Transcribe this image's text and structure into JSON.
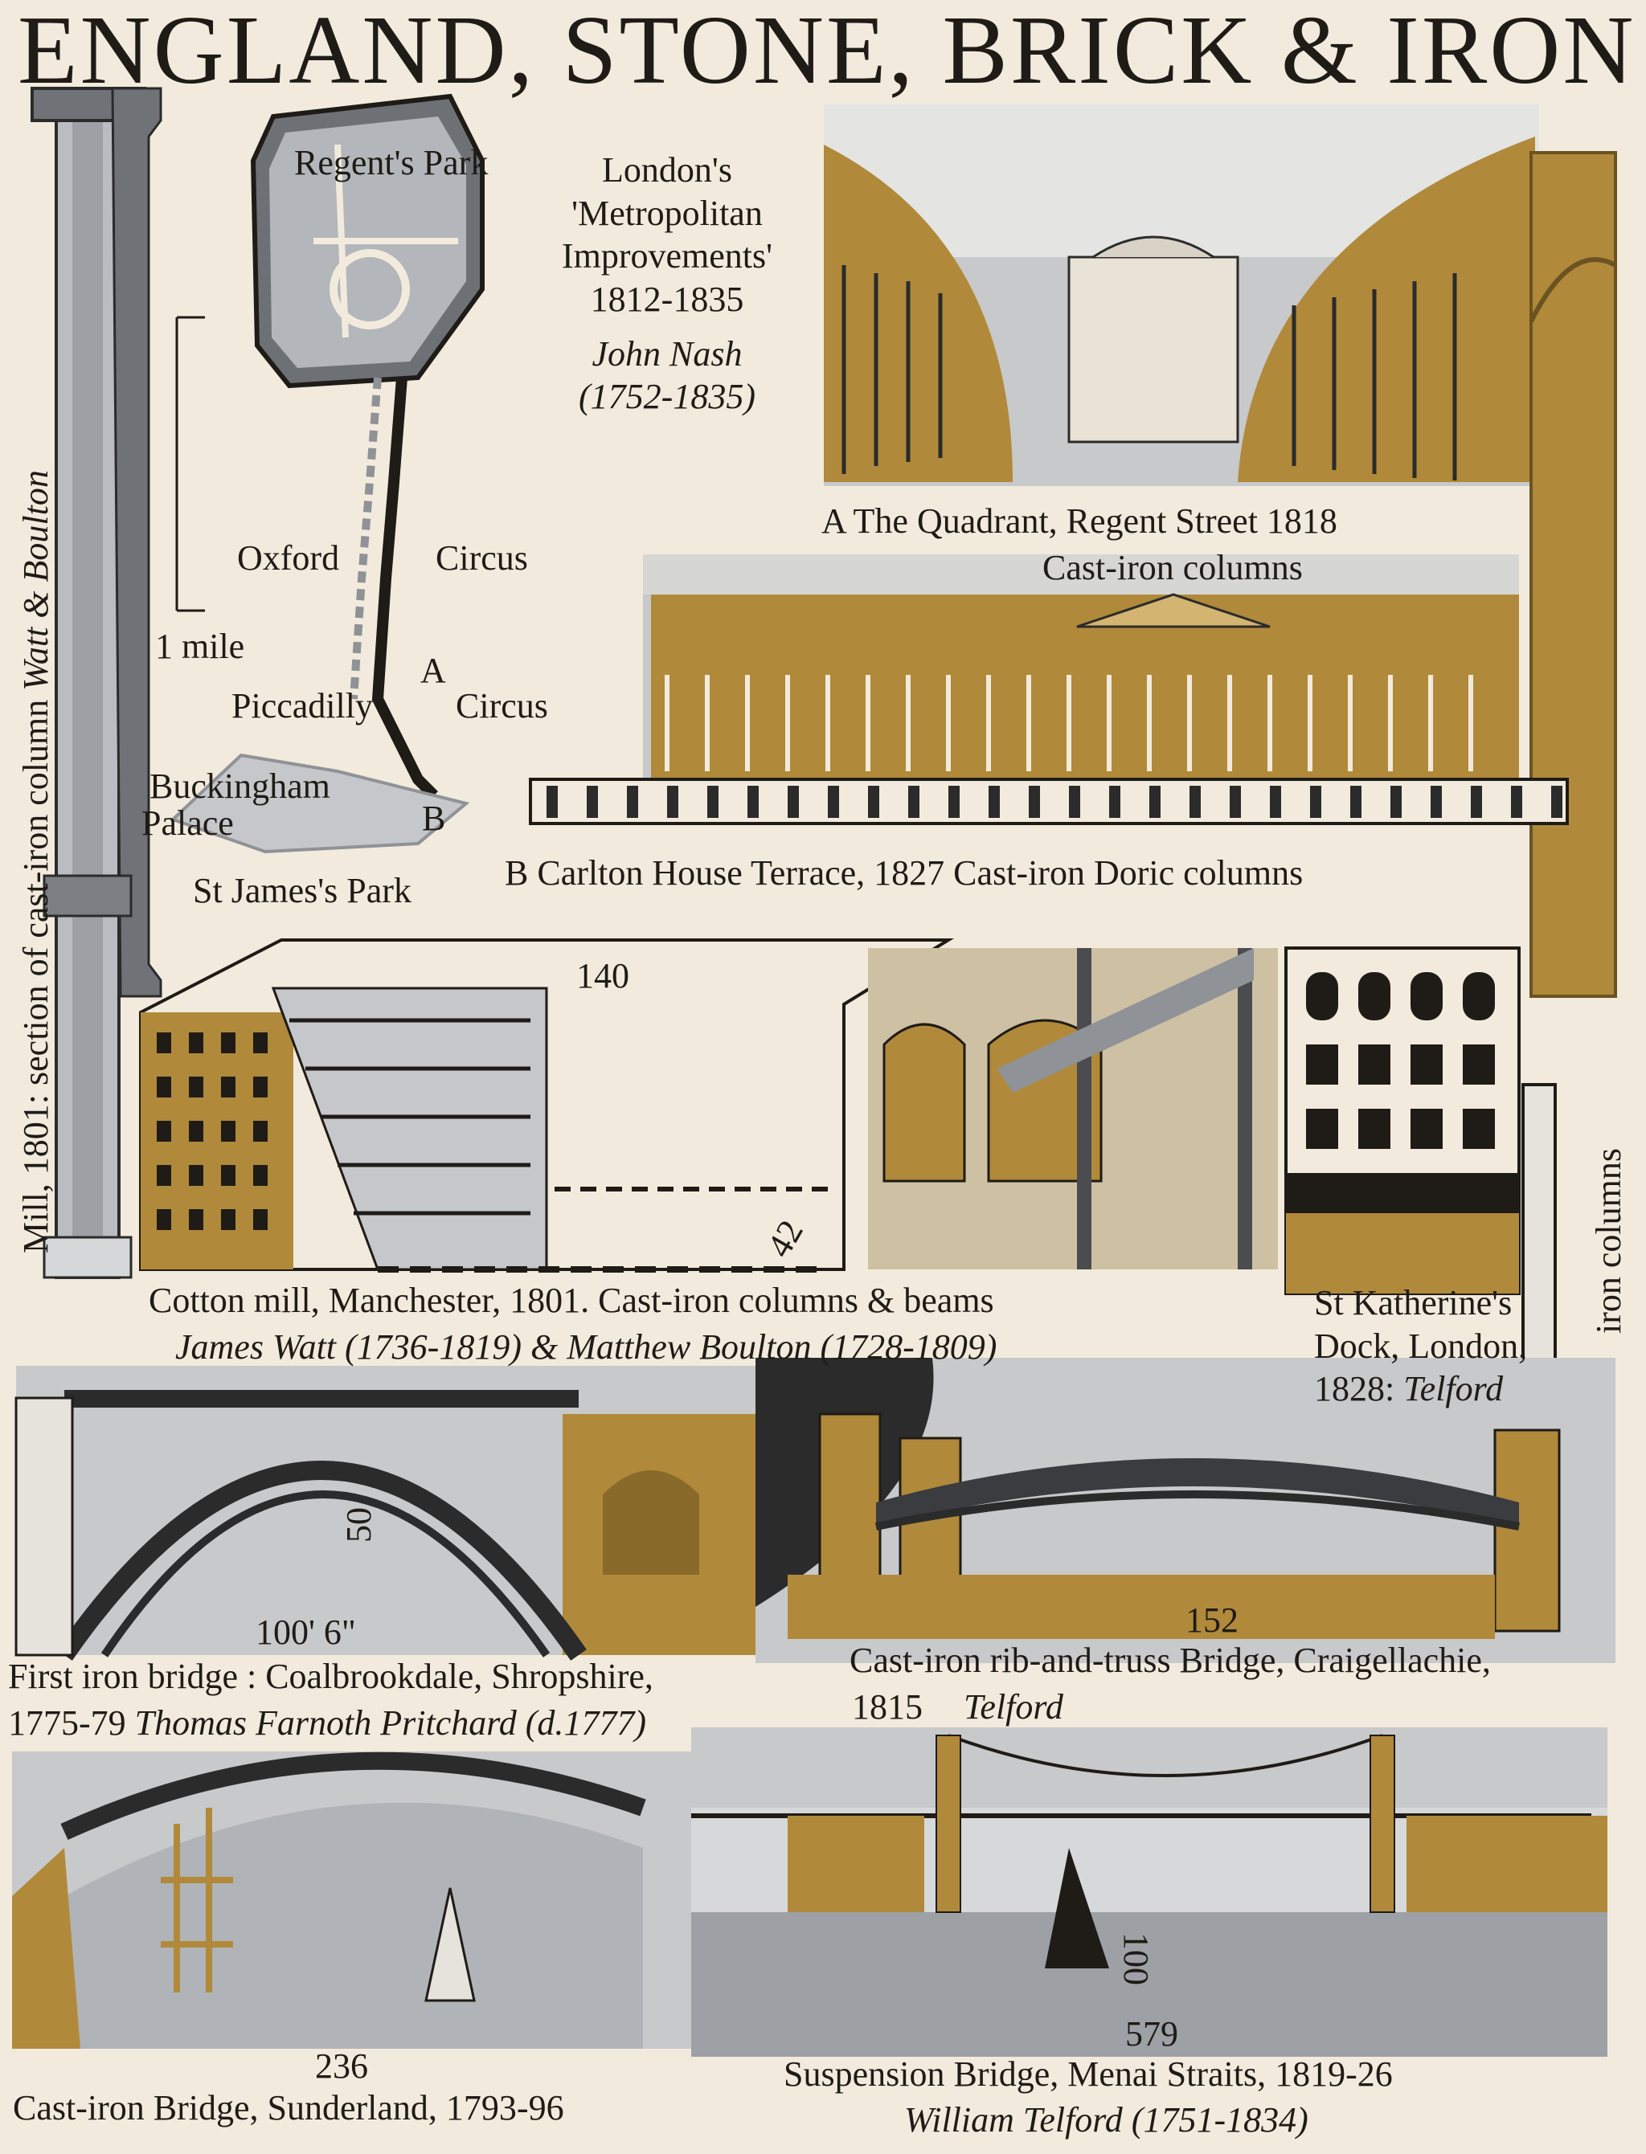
{
  "title": "ENGLAND, STONE, BRICK & IRON",
  "colors": {
    "paper": "#f2ebdd",
    "ochre": "#b08a3a",
    "grey": "#8f9296",
    "dark": "#2b2b2b",
    "ink": "#1f1b16"
  },
  "vertical_caption": {
    "prefix": "Mill, 1801:",
    "text": "section of cast-iron column",
    "makers": "Watt & Boulton"
  },
  "map": {
    "regents_park": "Regent's Park",
    "oxford": "Oxford",
    "circus_a": "Circus",
    "scale": "1 mile",
    "marker_a": "A",
    "piccadilly": "Piccadilly",
    "circus_b": "Circus",
    "buckingham": "Buckingham",
    "palace": "Palace",
    "marker_b": "B",
    "st_james": "St James's Park"
  },
  "metropolitan": {
    "line1": "London's",
    "line2": "'Metropolitan",
    "line3": "Improvements'",
    "years": "1812-1835",
    "architect": "John Nash",
    "architect_years": "(1752-1835)"
  },
  "quadrant": {
    "caption": "A  The Quadrant,  Regent Street  1818",
    "sub": "Cast-iron  columns"
  },
  "carlton": {
    "caption": "B  Carlton  House  Terrace,  1827  Cast-iron  Doric  columns"
  },
  "mill": {
    "dim_top": "140",
    "dim_side": "42",
    "caption": "Cotton mill, Manchester, 1801.    Cast-iron columns    &  beams",
    "credits": "James Watt (1736-1819) & Matthew Boulton (1728-1809)"
  },
  "dock": {
    "line1": "St Katherine's",
    "line2": "Dock, London,",
    "line3_year": "1828:",
    "line3_name": "Telford",
    "side_label": "iron columns"
  },
  "coalbrookdale": {
    "dim_height": "50",
    "dim_span": "100' 6\"",
    "caption": "First iron bridge : Coalbrookdale, Shropshire,",
    "years": "1775-79",
    "designer": "Thomas Farnoth Pritchard (d.1777)"
  },
  "craigellachie": {
    "dim_span": "152",
    "caption": "Cast-iron rib-and-truss Bridge, Craigellachie,",
    "year": "1815",
    "designer": "Telford"
  },
  "sunderland": {
    "dim_span": "236",
    "caption": "Cast-iron Bridge, Sunderland, 1793-96"
  },
  "menai": {
    "dim_height": "100",
    "dim_span": "579",
    "caption": "Suspension Bridge, Menai Straits, 1819-26",
    "designer": "William  Telford  (1751-1834)"
  }
}
